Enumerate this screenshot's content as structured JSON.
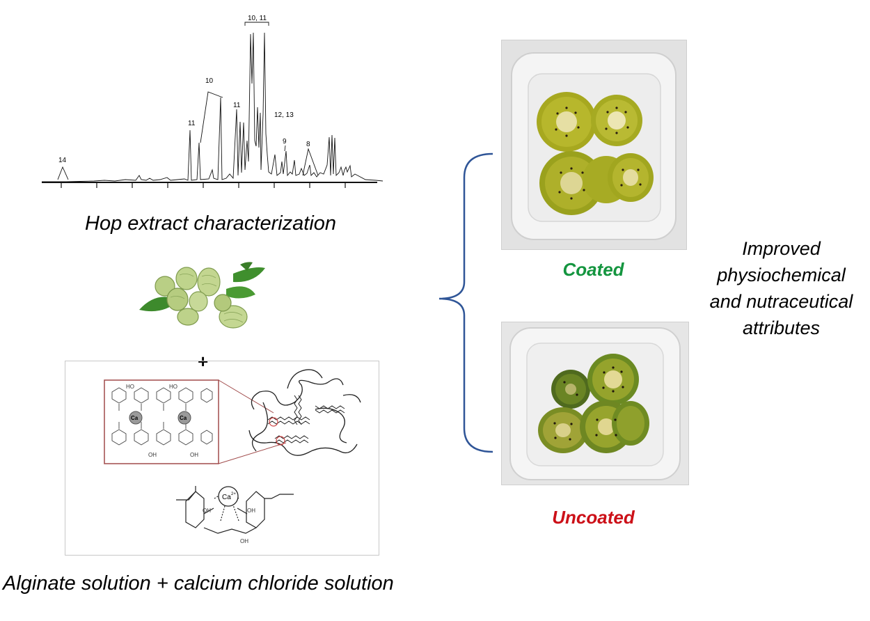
{
  "chromatogram": {
    "peak_labels": [
      "14",
      "11",
      "10",
      "11",
      "10, 11",
      "12, 13",
      "9",
      "8"
    ]
  },
  "captions": {
    "hop_extract": "Hop extract characterization",
    "alginate": "Alginate solution + calcium chloride solution",
    "plus": "+"
  },
  "alginate_diagram": {
    "ion_labels": [
      "Ca",
      "Ca",
      "Ca"
    ],
    "ion_charge": "2+",
    "group_labels": [
      "OH",
      "OH",
      "OH"
    ]
  },
  "samples": {
    "coated_label": "Coated",
    "uncoated_label": "Uncoated"
  },
  "outcome": {
    "lines": [
      "Improved",
      "physiochemical",
      "and nutraceutical",
      "attributes"
    ]
  },
  "colors": {
    "coated": "#14953f",
    "uncoated": "#cc1018",
    "bracket": "#2f5597",
    "zoom_frame": "#a04a4a"
  },
  "icons": [
    "hop-cones-illustration",
    "kiwi-coated-photo",
    "kiwi-uncoated-photo",
    "curly-bracket"
  ]
}
